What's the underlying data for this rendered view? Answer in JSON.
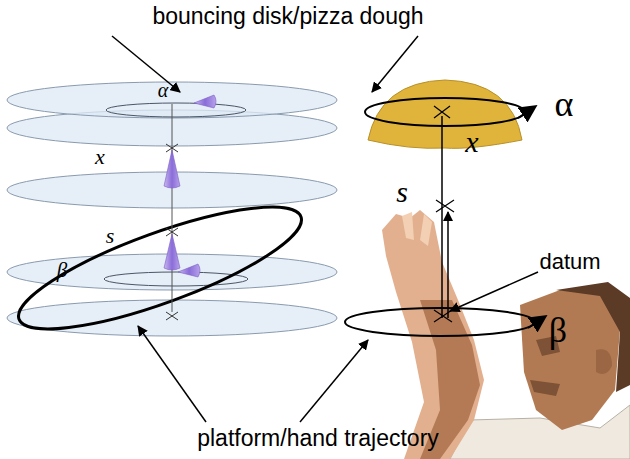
{
  "diagram": {
    "labels": [
      "bouncing disk/pizza dough",
      "α",
      "x",
      "s",
      "β",
      "α",
      "x",
      "s",
      "datum",
      "β",
      "platform/hand trajectory"
    ]
  }
}
